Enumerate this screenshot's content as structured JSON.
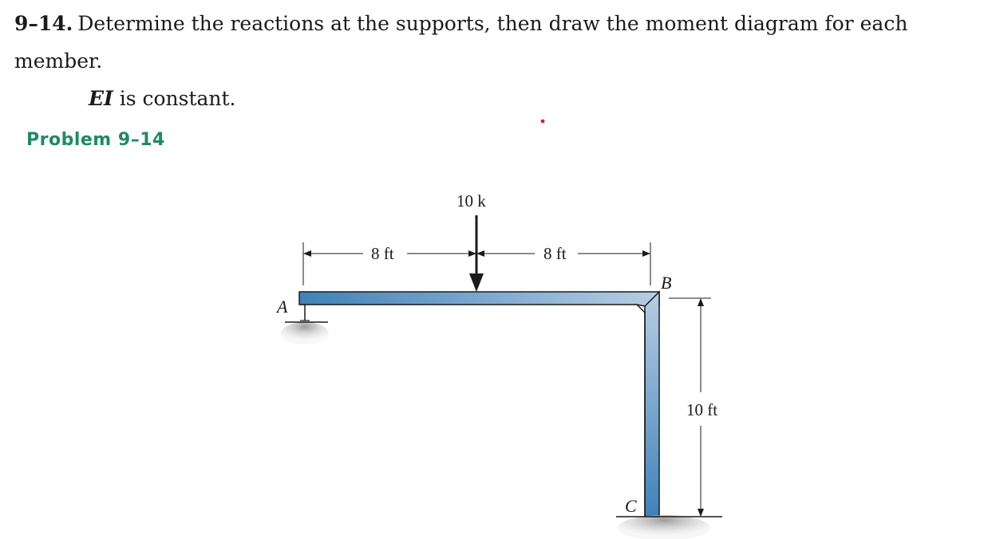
{
  "problem": {
    "number": "9–14.",
    "statement_line1": "Determine the reactions at the supports, then draw the moment diagram for each member.",
    "statement_ei": "EI",
    "statement_line2_rest": " is constant."
  },
  "figure": {
    "caption": "Problem 9–14",
    "load_label": "10 k",
    "dim_left": "8 ft",
    "dim_right": "8 ft",
    "dim_vertical": "10 ft",
    "point_a": "A",
    "point_b": "B",
    "point_c": "C"
  },
  "colors": {
    "caption": "#1f8a64",
    "member_dark": "#3f82b8",
    "member_light": "#b7cde4",
    "ground": "#b5b5b5",
    "dot": "#e02020"
  }
}
